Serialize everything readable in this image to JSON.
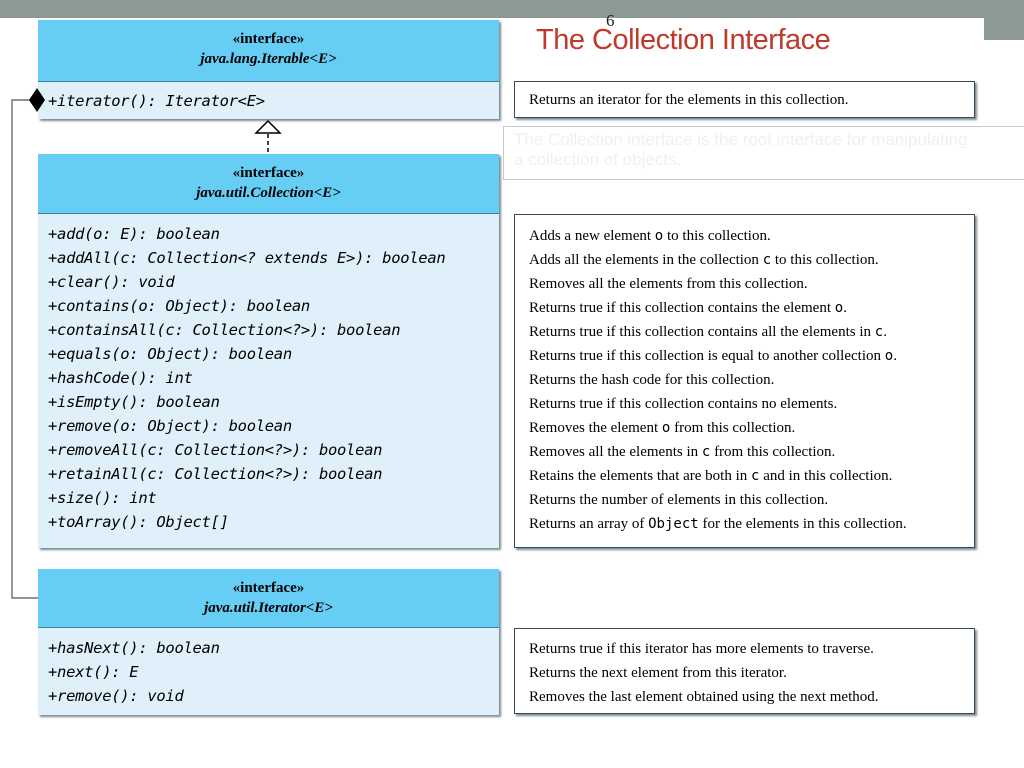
{
  "slide": {
    "page_number": "6",
    "title": "The Collection Interface",
    "note": [
      "The Collection interface is the root interface for manipulating",
      "a collection of objects."
    ]
  },
  "iterable": {
    "stereotype": "«interface»",
    "name": "java.lang.Iterable<E>",
    "methods": [
      "+iterator(): Iterator<E>"
    ],
    "descriptions": [
      {
        "pre": "Returns an iterator for the elements in this collection.",
        "code": "",
        "post": ""
      }
    ]
  },
  "collection": {
    "stereotype": "«interface»",
    "name": "java.util.Collection<E>",
    "methods": [
      "+add(o: E): boolean",
      "+addAll(c: Collection<? extends E>): boolean",
      "+clear(): void",
      "+contains(o: Object): boolean",
      "+containsAll(c: Collection<?>): boolean",
      "+equals(o: Object): boolean",
      "+hashCode(): int",
      "+isEmpty(): boolean",
      "+remove(o: Object): boolean",
      "+removeAll(c: Collection<?>): boolean",
      "+retainAll(c: Collection<?>): boolean",
      "+size(): int",
      "+toArray(): Object[]"
    ],
    "descriptions": [
      {
        "pre": "Adds a new element ",
        "code": "o",
        "post": " to this collection."
      },
      {
        "pre": "Adds all the elements in the collection ",
        "code": "c",
        "post": " to this collection."
      },
      {
        "pre": "Removes all the elements from this collection.",
        "code": "",
        "post": ""
      },
      {
        "pre": "Returns true if this collection contains the element ",
        "code": "o",
        "post": "."
      },
      {
        "pre": "Returns true if this collection contains all the elements in ",
        "code": "c",
        "post": "."
      },
      {
        "pre": "Returns true if this collection is equal to another collection ",
        "code": "o",
        "post": "."
      },
      {
        "pre": "Returns the hash code for this collection.",
        "code": "",
        "post": ""
      },
      {
        "pre": "Returns true if this collection contains no elements.",
        "code": "",
        "post": ""
      },
      {
        "pre": "Removes the element ",
        "code": "o",
        "post": " from this collection."
      },
      {
        "pre": "Removes all the elements in ",
        "code": "c",
        "post": " from this collection."
      },
      {
        "pre": "Retains the elements that are both in ",
        "code": "c",
        "post": " and in this collection."
      },
      {
        "pre": "Returns the number of elements in this collection.",
        "code": "",
        "post": ""
      },
      {
        "pre": "Returns an array of ",
        "code": "Object",
        "post": " for the elements in this collection."
      }
    ]
  },
  "iterator": {
    "stereotype": "«interface»",
    "name": "java.util.Iterator<E>",
    "methods": [
      "+hasNext(): boolean",
      "+next(): E",
      "+remove(): void"
    ],
    "descriptions": [
      {
        "pre": "Returns true if this iterator has more elements to traverse.",
        "code": "",
        "post": ""
      },
      {
        "pre": "Returns the next element from this iterator.",
        "code": "",
        "post": ""
      },
      {
        "pre": "Removes the last element obtained using the next method.",
        "code": "",
        "post": ""
      }
    ]
  },
  "colors": {
    "header_fill": "#66cdf4",
    "body_fill": "#dff0fa",
    "title": "#c0392b",
    "top_bar": "#8c9a93"
  }
}
